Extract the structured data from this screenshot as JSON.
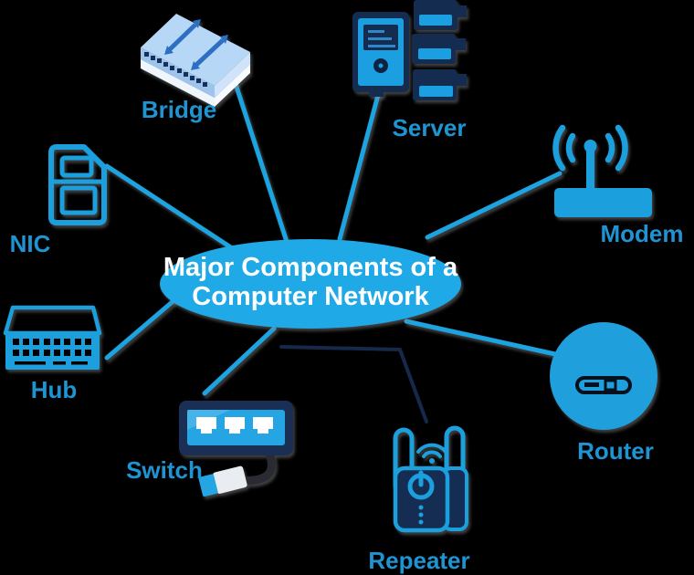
{
  "diagram": {
    "title": {
      "line1": "Major Components of a",
      "line2": "Computer Network"
    },
    "nodes": {
      "bridge": {
        "label": "Bridge"
      },
      "server": {
        "label": "Server"
      },
      "modem": {
        "label": "Modem"
      },
      "nic": {
        "label": "NIC"
      },
      "hub": {
        "label": "Hub"
      },
      "switch": {
        "label": "Switch"
      },
      "router": {
        "label": "Router"
      },
      "repeater": {
        "label": "Repeater"
      }
    },
    "colors": {
      "background": "#000000",
      "accent_blue": "#1b9fdd",
      "ellipse_blue": "#1fa9e6",
      "label_blue": "#1e94d2",
      "navy": "#152c50",
      "light_blue": "#b7d7f7",
      "arrow_blue": "#2d6fc2",
      "title_text": "#ffffff"
    }
  }
}
